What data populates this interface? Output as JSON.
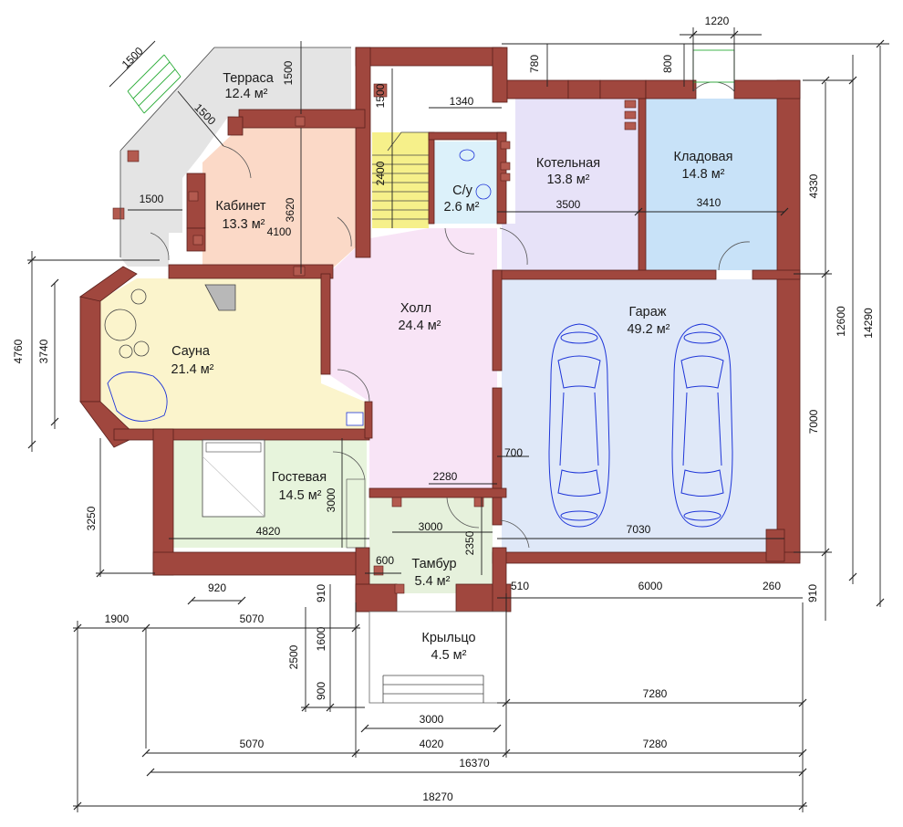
{
  "rooms": {
    "terrace": {
      "name": "Терраса",
      "area": "12.4 м²"
    },
    "office": {
      "name": "Кабинет",
      "area": "13.3 м²"
    },
    "bathroom": {
      "name": "С/у",
      "area": "2.6 м²"
    },
    "boiler": {
      "name": "Котельная",
      "area": "13.8 м²"
    },
    "storage": {
      "name": "Кладовая",
      "area": "14.8 м²"
    },
    "sauna": {
      "name": "Сауна",
      "area": "21.4 м²"
    },
    "hall": {
      "name": "Холл",
      "area": "24.4 м²"
    },
    "garage": {
      "name": "Гараж",
      "area": "49.2 м²"
    },
    "guest": {
      "name": "Гостевая",
      "area": "14.5 м²"
    },
    "vestibule": {
      "name": "Тамбур",
      "area": "5.4 м²"
    },
    "porch": {
      "name": "Крыльцо",
      "area": "4.5 м²"
    }
  },
  "dims": {
    "d1220": "1220",
    "d780": "780",
    "d800": "800",
    "d1500a": "1500",
    "d1500b": "1500",
    "d1500c": "1500",
    "d1500d": "1500",
    "d1500e": "1500",
    "d1340": "1340",
    "d2400": "2400",
    "d3620": "3620",
    "d4100": "4100",
    "d3500": "3500",
    "d3410": "3410",
    "d4330": "4330",
    "d4760": "4760",
    "d3740": "3740",
    "d12600": "12600",
    "d14290": "14290",
    "d7000": "7000",
    "d700": "700",
    "d2280": "2280",
    "d3000a": "3000",
    "d3000b": "3000",
    "d2350": "2350",
    "d4820": "4820",
    "d7030": "7030",
    "d3250": "3250",
    "d600": "600",
    "d920": "920",
    "d910a": "910",
    "d910b": "910",
    "d510": "510",
    "d6000": "6000",
    "d260": "260",
    "d1900": "1900",
    "d5070a": "5070",
    "d1600": "1600",
    "d2500": "2500",
    "d900": "900",
    "d7280a": "7280",
    "d3000c": "3000",
    "d5070b": "5070",
    "d4020": "4020",
    "d7280b": "7280",
    "d16370": "16370",
    "d18270": "18270"
  },
  "colors": {
    "wall": "#a0473e",
    "terrace": "#e4e4e4",
    "office": "#fbd9c7",
    "bathroom": "#dcf1fa",
    "stairs": "#f6f08a",
    "boiler": "#e7e2f8",
    "storage": "#c8e2f8",
    "sauna": "#fbf4cc",
    "hall": "#f8e4f6",
    "garage": "#dfe8f8",
    "guest": "#e7f4dc",
    "vestibule": "#e6f1dc",
    "porch": "#ffffff",
    "car": "#1e35d8"
  }
}
